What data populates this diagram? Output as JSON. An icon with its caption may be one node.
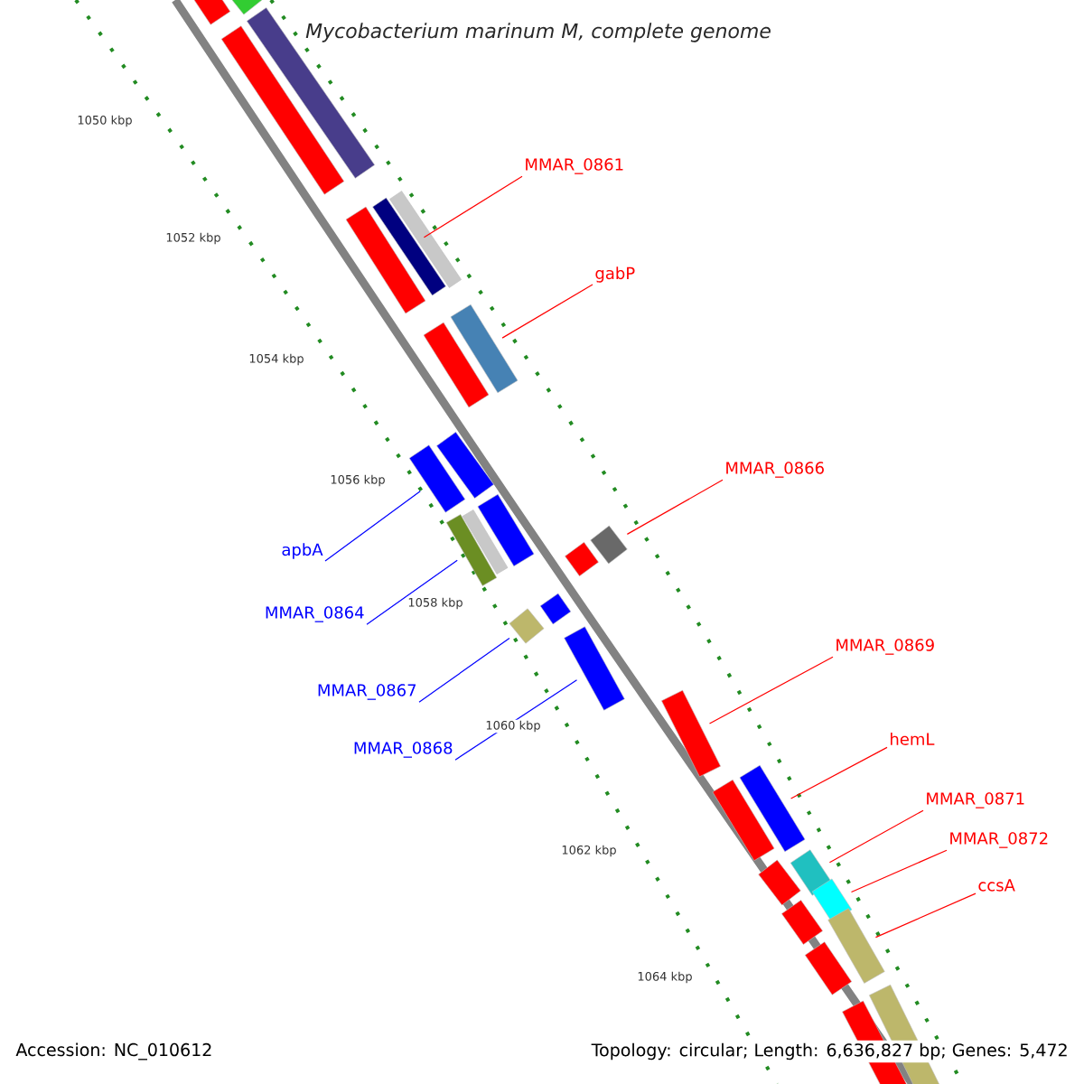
{
  "diagram": {
    "title": "Mycobacterium marinum M, complete genome",
    "nodes": [
      {
        "text": [
          "MMAR_0861"
        ]
      },
      {
        "text": [
          "gabP"
        ]
      },
      {
        "text": [
          "MMAR_0866"
        ]
      },
      {
        "text": [
          "apbA"
        ]
      },
      {
        "text": [
          "MMAR_0864"
        ]
      },
      {
        "text": [
          "MMAR_0869"
        ]
      },
      {
        "text": [
          "MMAR_0867"
        ]
      },
      {
        "text": [
          "hemL"
        ]
      },
      {
        "text": [
          "MMAR_0868"
        ]
      },
      {
        "text": [
          "MMAR_0871"
        ]
      },
      {
        "text": [
          "MMAR_0872"
        ]
      },
      {
        "text": [
          "ccsA"
        ]
      },
      {
        "text": [],
        "shape": "bar"
      },
      {
        "text": [],
        "shape": "bar"
      },
      {
        "text": [],
        "shape": "bar"
      },
      {
        "text": [],
        "shape": "bar"
      },
      {
        "text": [],
        "shape": "bar"
      },
      {
        "text": [],
        "shape": "bar"
      },
      {
        "text": [],
        "shape": "bar"
      },
      {
        "text": [],
        "shape": "bar"
      },
      {
        "text": [],
        "shape": "bar"
      },
      {
        "text": [],
        "shape": "bar"
      },
      {
        "text": [],
        "shape": "bar"
      },
      {
        "text": [],
        "shape": "bar"
      },
      {
        "text": [],
        "shape": "bar"
      },
      {
        "text": [],
        "shape": "bar"
      },
      {
        "text": [],
        "shape": "bar"
      },
      {
        "text": [],
        "shape": "bar"
      },
      {
        "text": [],
        "shape": "bar"
      },
      {
        "text": [],
        "shape": "bar"
      },
      {
        "text": [],
        "shape": "bar"
      },
      {
        "text": [],
        "shape": "bar"
      },
      {
        "text": [],
        "shape": "bar"
      },
      {
        "text": [],
        "shape": "bar"
      },
      {
        "text": [],
        "shape": "bar"
      },
      {
        "text": [],
        "shape": "bar"
      },
      {
        "text": [],
        "shape": "bar"
      },
      {
        "text": [],
        "shape": "bar"
      },
      {
        "text": [],
        "shape": "bar"
      },
      {
        "text": [],
        "shape": "bar"
      },
      {
        "text": [],
        "shape": "bar"
      },
      {
        "text": [],
        "shape": "bar"
      }
    ],
    "edges": [
      {
        "from": 0,
        "to": 12,
        "arrow": "none"
      },
      {
        "from": 1,
        "to": 13,
        "arrow": "none"
      },
      {
        "from": 2,
        "to": 14,
        "arrow": "none"
      },
      {
        "from": 3,
        "to": 15,
        "arrow": "none",
        "color": "#0000ff"
      },
      {
        "from": 4,
        "to": 16,
        "arrow": "none",
        "color": "#0000ff"
      },
      {
        "from": 5,
        "to": 17,
        "arrow": "none"
      },
      {
        "from": 6,
        "to": 18,
        "arrow": "none",
        "color": "#0000ff"
      },
      {
        "from": 7,
        "to": 19,
        "arrow": "none"
      },
      {
        "from": 8,
        "to": 20,
        "arrow": "none",
        "color": "#0000ff"
      },
      {
        "from": 9,
        "to": 21,
        "arrow": "none"
      },
      {
        "from": 10,
        "to": 22,
        "arrow": "none"
      },
      {
        "from": 11,
        "to": 23,
        "arrow": "none"
      }
    ],
    "labels": [
      "1050 kbp",
      "1052 kbp",
      "1054 kbp",
      "1056 kbp",
      "1058 kbp",
      "1060 kbp",
      "1062 kbp",
      "1064 kbp",
      "Accession: NC_010612",
      "Topology: circular; Length: 6,636,827 bp; Genes: 5,472"
    ]
  }
}
